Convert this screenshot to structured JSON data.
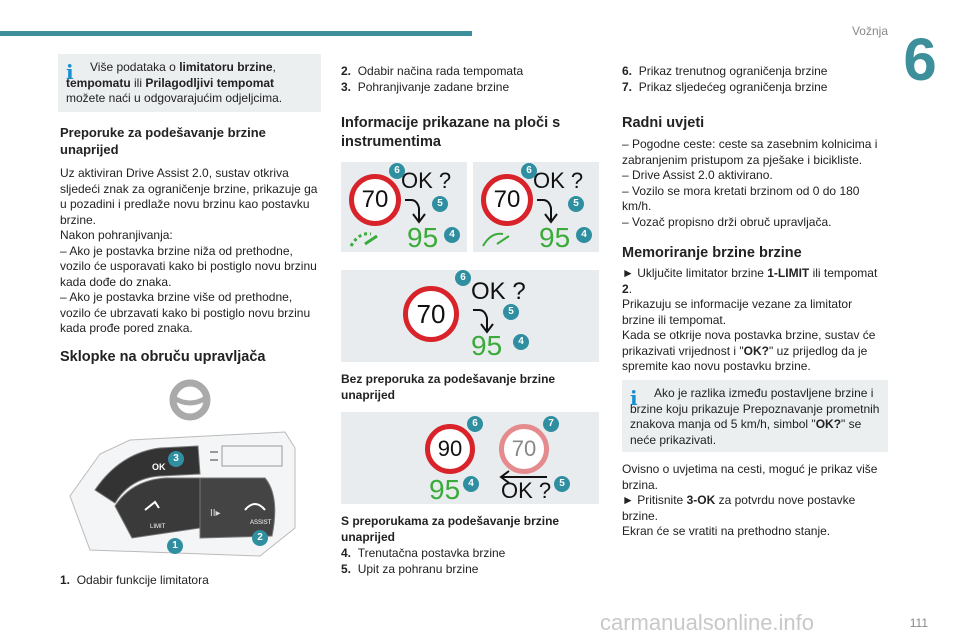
{
  "header": {
    "section": "Vožnja",
    "chapter": "6"
  },
  "col1": {
    "info_pre": "Više podataka o ",
    "info_b1": "limitatoru brzine",
    "info_mid1": ", ",
    "info_b2": "tempomatu",
    "info_mid2": " ili ",
    "info_b3": "Prilagodljivi tempomat",
    "info_post": " možete naći u odgovarajućim odjeljcima.",
    "h1": "Preporuke za podešavanje brzine unaprijed",
    "p1": "Uz aktiviran Drive Assist 2.0, sustav otkriva sljedeći znak za ograničenje brzine, prikazuje ga u pozadini i predlaže novu brzinu kao postavku brzine.",
    "p2": "Nakon pohranjivanja:",
    "p3": "– Ako je postavka brzine niža od prethodne, vozilo će usporavati kako bi postiglo novu brzinu kada dođe do znaka.",
    "p4": "– Ako je postavka brzine više od prethodne, vozilo će ubrzavati kako bi postiglo novu brzinu kada prođe pored znaka.",
    "h2": "Sklopke na obruču upravljača",
    "ok_label": "OK",
    "assist_label": "ASSIST",
    "limit_label": "LIMIT",
    "list": [
      {
        "n": "1.",
        "t": "Odabir funkcije limitatora"
      }
    ]
  },
  "col2": {
    "list_top": [
      {
        "n": "2.",
        "t": "Odabir načina rada tempomata"
      },
      {
        "n": "3.",
        "t": "Pohranjivanje zadane brzine"
      }
    ],
    "h": "Informacije prikazane na ploči s instrumentima",
    "cap1": "Bez preporuka za podešavanje brzine unaprijed",
    "cap2": "S preporukama za podešavanje brzine unaprijed",
    "list_bottom": [
      {
        "n": "4.",
        "t": "Trenutačna postavka brzine"
      },
      {
        "n": "5.",
        "t": "Upit za pohranu brzine"
      }
    ],
    "sign70": "70",
    "sign90": "90",
    "speed95": "95",
    "okq": "OK ?"
  },
  "col3": {
    "list_top": [
      {
        "n": "6.",
        "t": "Prikaz trenutnog ograničenja brzine"
      },
      {
        "n": "7.",
        "t": "Prikaz sljedećeg ograničenja brzine"
      }
    ],
    "h1": "Radni uvjeti",
    "c1": "– Pogodne ceste: ceste sa zasebnim kolnicima i zabranjenim pristupom za pješake i bicikliste.",
    "c2": "– Drive Assist 2.0 aktivirano.",
    "c3": "– Vozilo se mora kretati brzinom od 0 do 180 km/h.",
    "c4": "– Vozač propisno drži obruč upravljača.",
    "h2": "Memoriranje brzine brzine",
    "m1_pre": "► Uključite limitator brzine ",
    "m1_b1": "1-LIMIT",
    "m1_mid": " ili tempomat ",
    "m1_b2": "2",
    "m1_post": ".",
    "m2": "Prikazuju se informacije vezane za limitator brzine ili tempomat.",
    "m3_pre": "Kada se otkrije nova postavka brzine, sustav će prikazivati vrijednost i \"",
    "m3_b": "OK?",
    "m3_post": "\" uz prijedlog da je spremite kao novu postavku brzine.",
    "info_pre": "Ako je razlika između postavljene brzine i brzine koju prikazuje Prepoznavanje prometnih znakova manja od 5 km/h, simbol \"",
    "info_b": "OK?",
    "info_post": "\" se neće prikazivati.",
    "e1": "Ovisno o uvjetima na cesti, moguć je prikaz više brzina.",
    "e2_pre": "► Pritisnite ",
    "e2_b": "3-OK",
    "e2_post": " za potvrdu nove postavke brzine.",
    "e3": "Ekran će se vratiti na prethodno stanje."
  },
  "footer": {
    "page": "111",
    "watermark": "carmanualsonline.info"
  }
}
